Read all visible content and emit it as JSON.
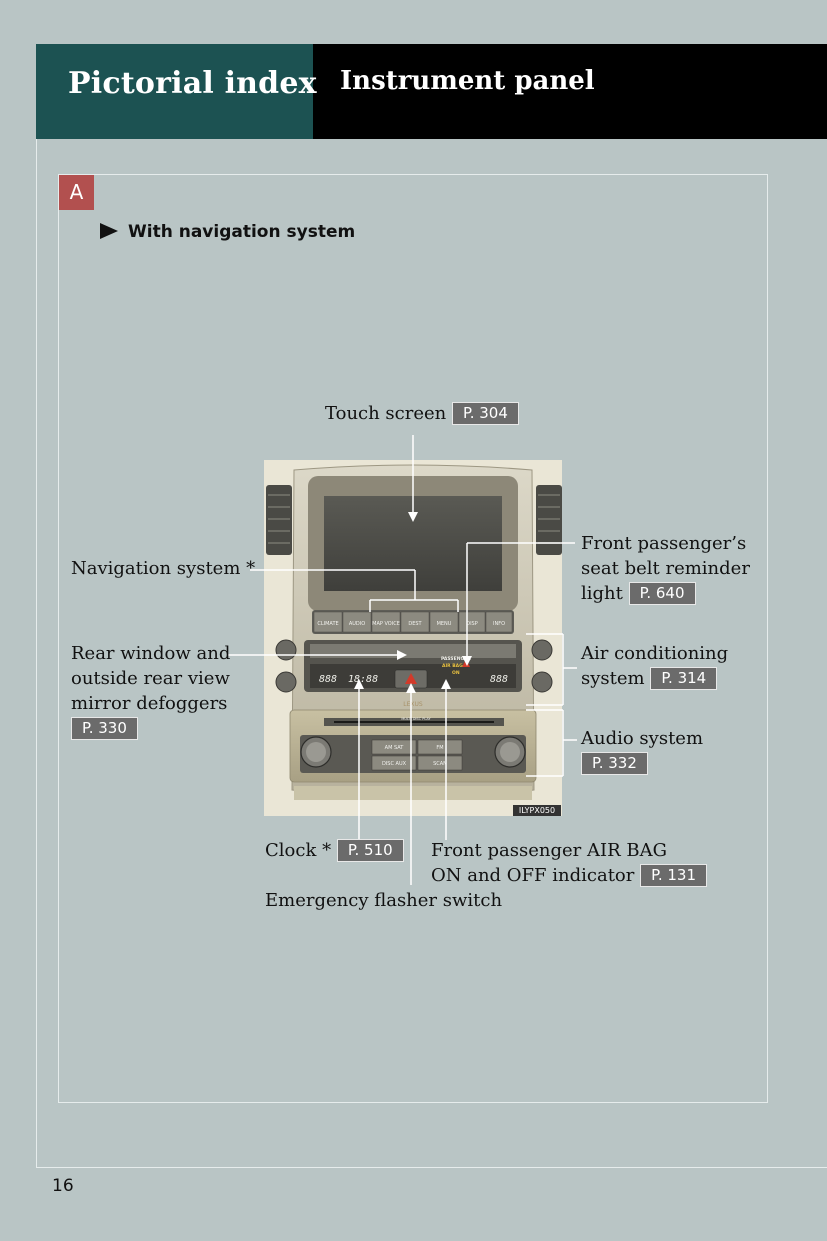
{
  "header": {
    "section_title": "Pictorial index",
    "page_title": "Instrument panel"
  },
  "section": {
    "badge": "A",
    "subheading": "With navigation system"
  },
  "callouts": {
    "touch_screen": {
      "label": "Touch screen",
      "ref": "P. 304"
    },
    "navigation_system": {
      "label": "Navigation system *"
    },
    "front_passenger_seatbelt": {
      "line1": "Front passenger’s",
      "line2": "seat belt reminder",
      "line3": "light",
      "ref": "P. 640"
    },
    "rear_window_defoggers": {
      "line1": "Rear window and",
      "line2": "outside rear view",
      "line3": "mirror defoggers",
      "ref": "P. 330"
    },
    "air_conditioning": {
      "line1": "Air conditioning",
      "line2": "system",
      "ref": "P. 314"
    },
    "audio_system": {
      "label": "Audio system",
      "ref": "P. 332"
    },
    "clock": {
      "label": "Clock *",
      "ref": "P. 510"
    },
    "airbag_indicator": {
      "line1": "Front passenger AIR BAG",
      "line2": "ON and OFF indicator",
      "ref": "P. 131"
    },
    "emergency_flasher": {
      "label": "Emergency flasher switch"
    }
  },
  "photo": {
    "code": "ILYPX050",
    "buttons": [
      "CLIMATE",
      "AUDIO",
      "MAP VOICE",
      "DEST",
      "MENU",
      "DISP",
      "INFO"
    ],
    "climate_display_left": "888",
    "clock_display": "18:88",
    "climate_display_right": "888",
    "airbag_label_1": "PASSENGER",
    "airbag_label_2": "AIR BAG",
    "airbag_state": "ON",
    "brand": "LEXUS",
    "audio_buttons_1": [
      "AM SAT",
      "FM"
    ],
    "audio_buttons_2": [
      "DISC AUX",
      "SCAN"
    ],
    "disc_slot_label": "MULTI DISC PLAY"
  },
  "footer": {
    "page_number": "16"
  }
}
